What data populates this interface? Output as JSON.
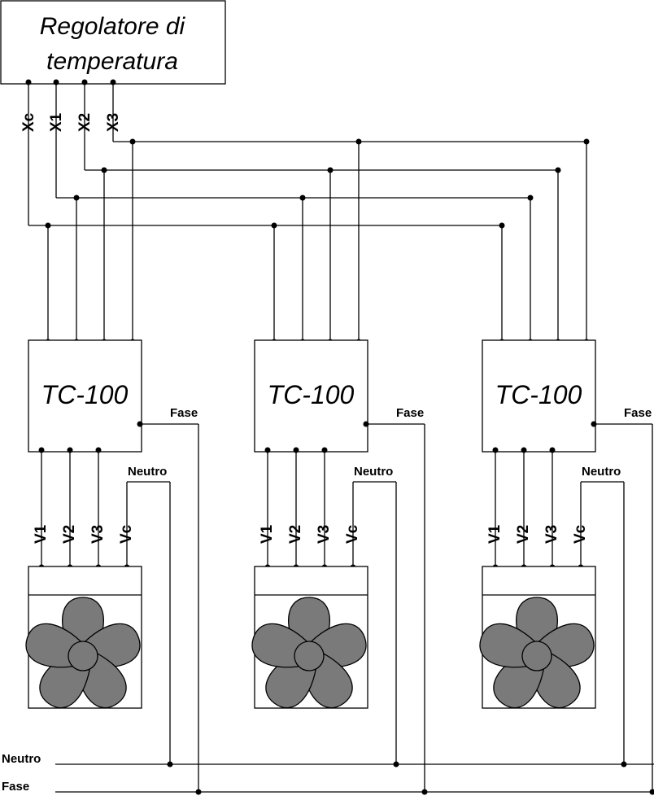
{
  "controller": {
    "line1": "Regolatore di",
    "line2": "temperatura",
    "outputs": [
      "Xc",
      "X1",
      "X2",
      "X3"
    ]
  },
  "units": [
    {
      "module": "TC-100",
      "supply_label": "Fase",
      "neutral_label": "Neutro",
      "fan_inputs": [
        "V1",
        "V2",
        "V3",
        "Vc"
      ]
    },
    {
      "module": "TC-100",
      "supply_label": "Fase",
      "neutral_label": "Neutro",
      "fan_inputs": [
        "V1",
        "V2",
        "V3",
        "Vc"
      ]
    },
    {
      "module": "TC-100",
      "supply_label": "Fase",
      "neutral_label": "Neutro",
      "fan_inputs": [
        "V1",
        "V2",
        "V3",
        "Vc"
      ]
    }
  ],
  "mains": {
    "neutral": "Neutro",
    "phase": "Fase"
  }
}
